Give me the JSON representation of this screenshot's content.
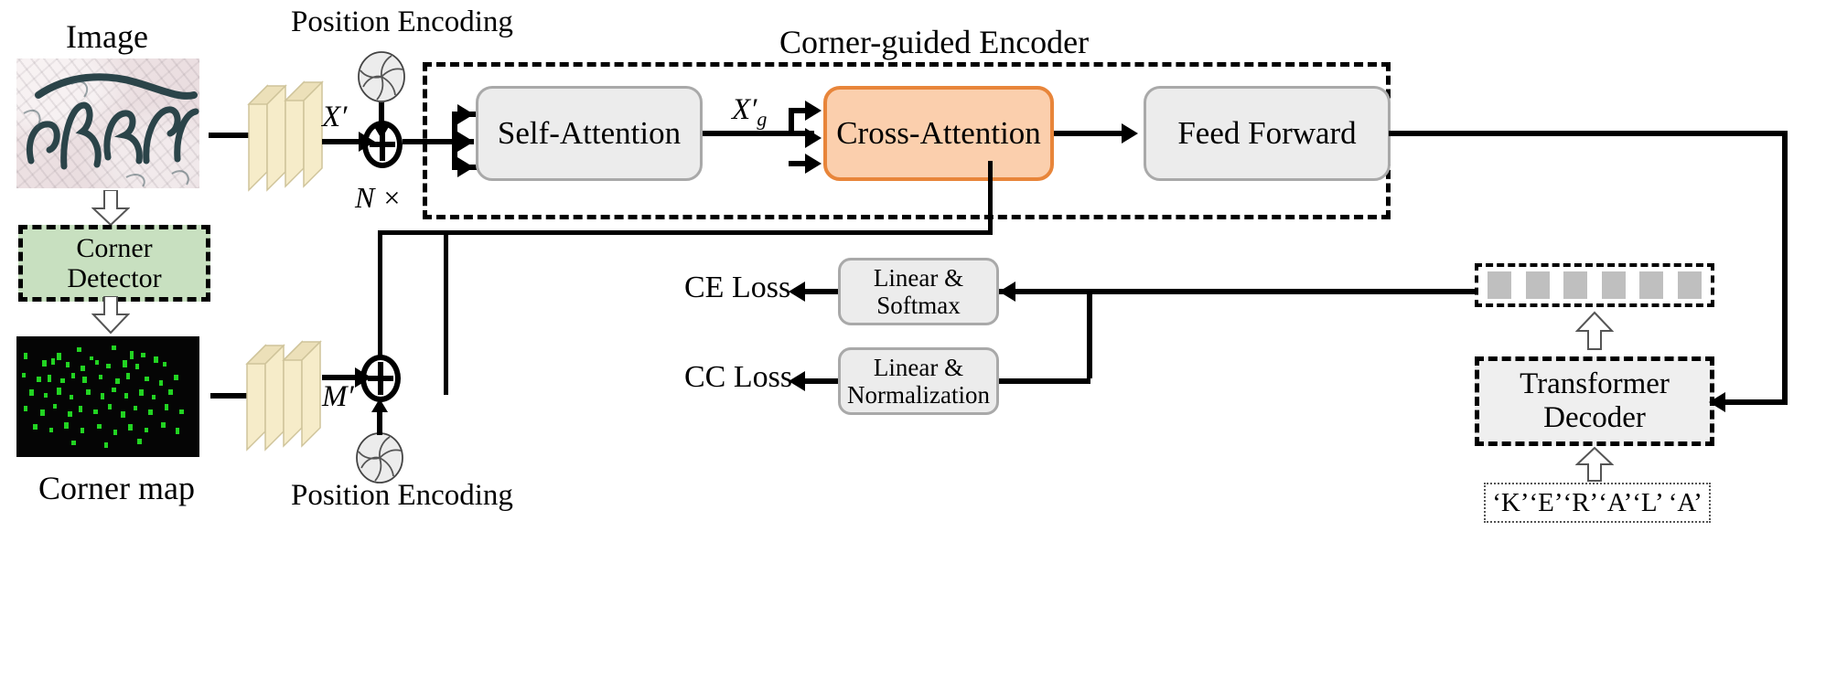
{
  "diagram": {
    "title": "Corner-guided Encoder architecture",
    "inputs": {
      "image_label": "Image",
      "corner_map_label": "Corner map",
      "corner_detector_label": "Corner\nDetector",
      "image_caption_text": "KERALA"
    },
    "position_encoding": {
      "top_label": "Position Encoding",
      "bottom_label": "Position Encoding",
      "icon": "pinwheel-icon"
    },
    "features": {
      "image_feature_symbol": "X′",
      "corner_feature_symbol": "M′",
      "guided_feature_symbol": "X",
      "guided_feature_subscript": "g",
      "guided_feature_prime": "′"
    },
    "encoder": {
      "title": "Corner-guided Encoder",
      "repeat_label": "N ×",
      "blocks": [
        {
          "id": "self-attention",
          "label": "Self-Attention",
          "style": "gray"
        },
        {
          "id": "cross-attention",
          "label": "Cross-Attention",
          "style": "orange"
        },
        {
          "id": "feed-forward",
          "label": "Feed Forward",
          "style": "gray"
        }
      ]
    },
    "heads": [
      {
        "id": "linear-softmax",
        "label": "Linear &\nSoftmax",
        "loss": "CE Loss"
      },
      {
        "id": "linear-normalization",
        "label": "Linear &\nNormalization",
        "loss": "CC Loss"
      }
    ],
    "decoder": {
      "label": "Transformer\nDecoder",
      "token_count": 6,
      "character_sequence": "‘K’‘E’‘R’‘A’‘L’ ‘A’"
    },
    "colors": {
      "cross_attention_fill": "#fbcfad",
      "cross_attention_border": "#e8853a",
      "block_fill": "#ececec",
      "block_border": "#a9a9a9",
      "corner_detector_fill": "#c8e0c0",
      "token_fill": "#bfbfbf",
      "cnn_slab_fill": "#f6ecc9",
      "corner_point_color": "#22d422",
      "background": "#ffffff"
    }
  }
}
